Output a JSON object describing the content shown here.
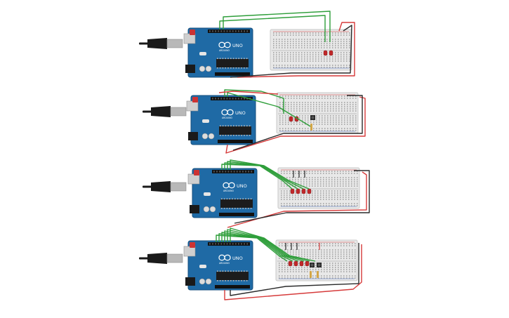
{
  "workspace": {
    "background": "#ffffff"
  },
  "colors": {
    "board_blue": "#1f6aa5",
    "board_dark": "#174f7d",
    "breadboard": "#e8e8e8",
    "breadboard_edge": "#c9c9c9",
    "hole": "#9a9a9a",
    "wire_green": "#2e9e3a",
    "wire_red": "#d63a3a",
    "wire_black": "#2a2a2a",
    "led_red": "#c0282a",
    "usb_cable": "#1a1a1a",
    "usb_plug": "#b8b8b8"
  },
  "circuits": [
    {
      "id": "circuit-1",
      "board": {
        "brand": "UNO",
        "model_text": "ARDUINO"
      },
      "leds": 2,
      "buttons": 0,
      "resistors": 0
    },
    {
      "id": "circuit-2",
      "board": {
        "brand": "UNO",
        "model_text": "ARDUINO"
      },
      "leds": 2,
      "buttons": 1,
      "resistors": 1
    },
    {
      "id": "circuit-3",
      "board": {
        "brand": "UNO",
        "model_text": "ARDUINO"
      },
      "leds": 4,
      "buttons": 0,
      "resistors": 0
    },
    {
      "id": "circuit-4",
      "board": {
        "brand": "UNO",
        "model_text": "ARDUINO"
      },
      "leds": 4,
      "buttons": 2,
      "resistors": 2
    }
  ]
}
